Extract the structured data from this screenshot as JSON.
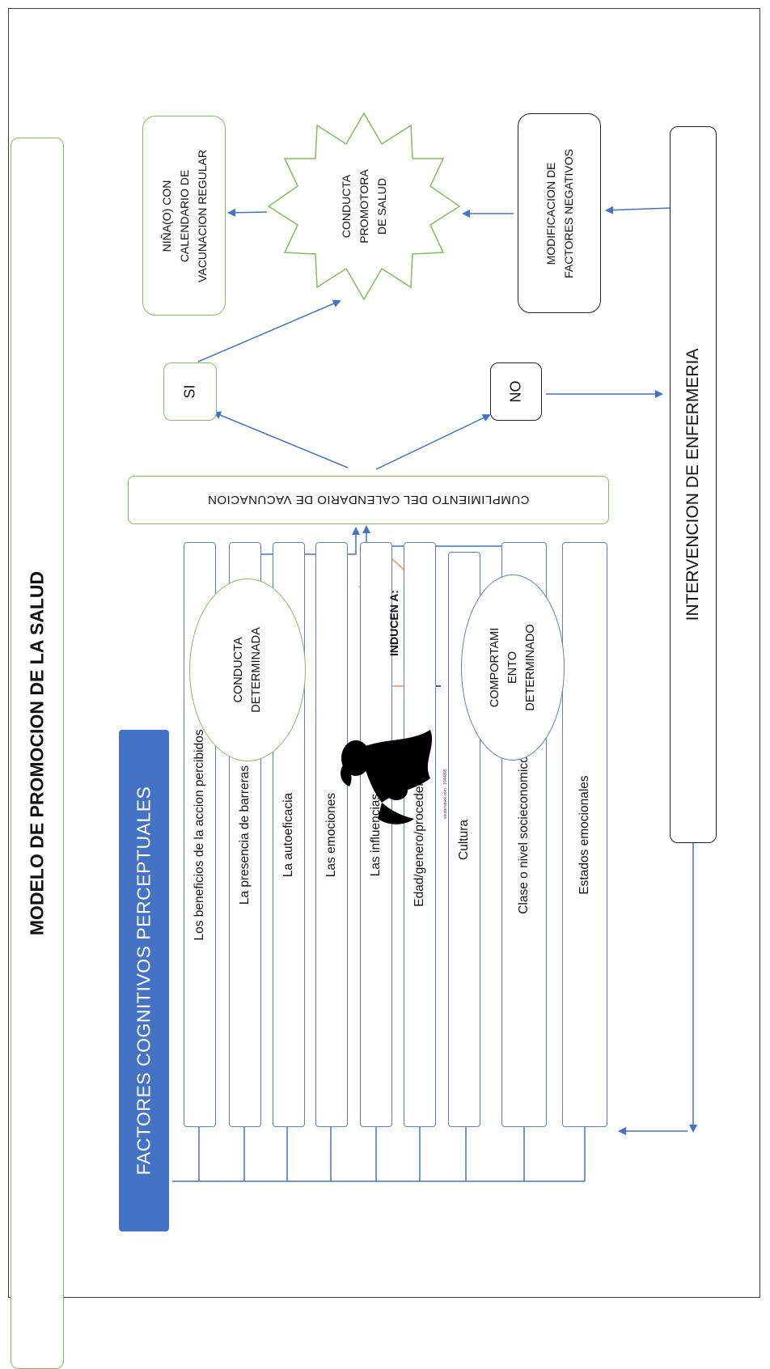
{
  "title": "MODELO DE PROMOCION DE LA SALUD",
  "factors_header": "FACTORES COGNITIVOS PERCEPTUALES",
  "factors": [
    "Los beneficios de la accion percibidos",
    "La presencia de barreras",
    "La autoeficacia",
    "Las emociones",
    "Las influencias",
    "Edad/genero/procedencia",
    "Cultura",
    "Clase o nivel socieconomico",
    "Estados emocionales"
  ],
  "conducta_determinada": [
    "CONDUCTA",
    "DETERMINADA"
  ],
  "comportamiento_determinado": [
    "COMPORTAMI",
    "ENTO",
    "DETERMINADO"
  ],
  "inducen": "INDUCEN A:",
  "image_watermark": "shutterstock.com · 1944805",
  "cumplimiento": "CUMPLIMIENTO  DEL CALENDARIO DE VACUNACION",
  "si": "SI",
  "no": "NO",
  "conducta_promotora": [
    "CONDUCTA",
    "PROMOTORA",
    "DE SALUD"
  ],
  "nino_calendario": [
    "NIÑA(O) CON",
    "CALENDARIO DE",
    "VACUNACION REGULAR"
  ],
  "modificacion": [
    "MODIFICACION DE",
    "FACTORES NEGATIVOS"
  ],
  "intervencion": "INTERVENCION DE ENFERMERIA",
  "colors": {
    "green": "#7fbf5a",
    "blue": "#5b7fcc",
    "header_blue": "#4472c4",
    "arrow_orange": "#f4a460"
  }
}
